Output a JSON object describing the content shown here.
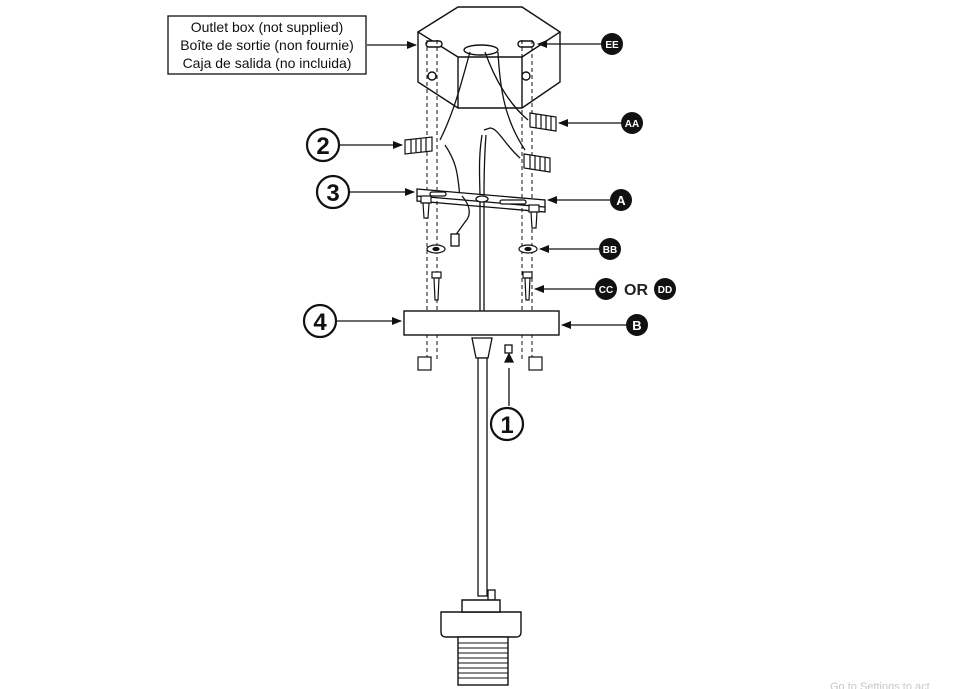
{
  "outlet_label": {
    "line1": "Outlet box (not supplied)",
    "line2": "Boîte de sortie (non fournie)",
    "line3": "Caja de salida (no incluida)"
  },
  "steps": {
    "s1": "1",
    "s2": "2",
    "s3": "3",
    "s4": "4"
  },
  "parts": {
    "ee": "EE",
    "aa": "AA",
    "a": "A",
    "bb": "BB",
    "cc": "CC",
    "or": "OR",
    "dd": "DD",
    "b": "B"
  },
  "watermark": "Go to Settings to act"
}
